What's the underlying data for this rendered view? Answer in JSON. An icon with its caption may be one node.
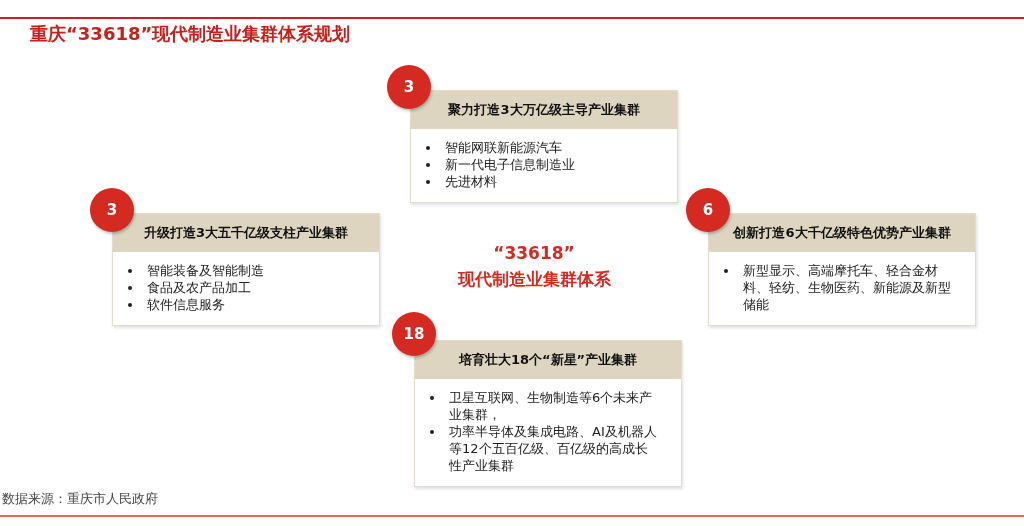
{
  "diagram": {
    "title": "重庆“33618”现代制造业集群体系规划",
    "nodes": [
      {
        "text": [
          "3"
        ]
      },
      {
        "text": [
          "聚力打造3大万亿级主导产业集群",
          "智能网联新能源汽车",
          "新一代电子信息制造业",
          "先进材料"
        ]
      },
      {
        "text": [
          "3"
        ]
      },
      {
        "text": [
          "升级打造3大五千亿级支柱产业集群",
          "智能装备及智能制造",
          "食品及农产品加工",
          "软件信息服务"
        ]
      },
      {
        "text": [
          "6"
        ]
      },
      {
        "text": [
          "创新打造6大千亿级特色优势产业集群",
          "新型显示、高端摩托车、轻合金材料、轻纺、生物医药、新能源及新型储能"
        ]
      },
      {
        "text": [
          "18"
        ]
      },
      {
        "text": [
          "培育壮大18个“新星”产业集群",
          "卫星互联网、生物制造等6个未来产业集群，",
          "功率半导体及集成电路、AI及机器人等12个五百亿级、百亿级的高成长性产业集群"
        ]
      }
    ],
    "labels": [
      "“33618”",
      "现代制造业集群体系",
      "数据来源：重庆市人民政府"
    ]
  }
}
